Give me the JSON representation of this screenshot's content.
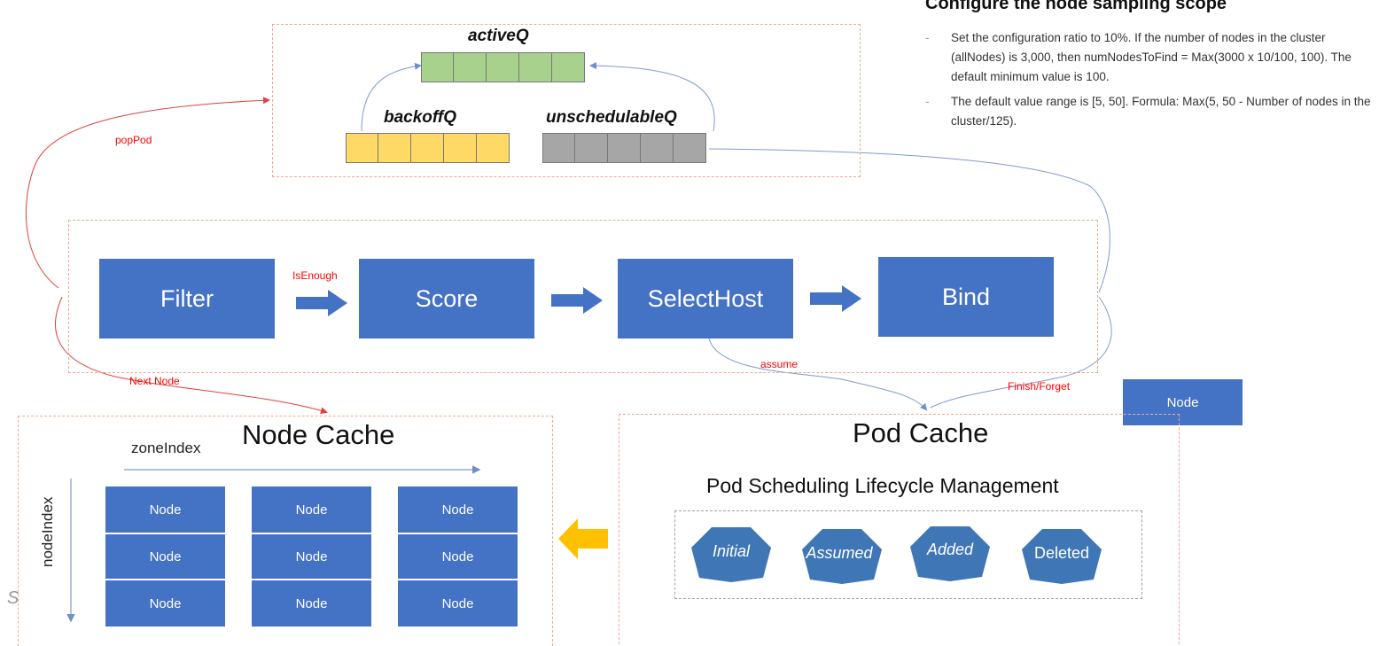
{
  "info": {
    "title": "Configure the node sampling scope",
    "items": [
      "Set the configuration ratio to 10%. If the number of nodes in the cluster (allNodes) is 3,000, then numNodesToFind = Max(3000 x 10/100, 100). The default minimum value is 100.",
      "The default value range is [5, 50]. Formula: Max(5, 50 - Number of nodes in the cluster/125)."
    ]
  },
  "queues": {
    "active": "activeQ",
    "backoff": "backoffQ",
    "unschedulable": "unschedulableQ"
  },
  "pipeline": {
    "filter": "Filter",
    "score": "Score",
    "select": "SelectHost",
    "bind": "Bind"
  },
  "edges": {
    "pop_pod": "popPod",
    "is_enough": "IsEnough",
    "next_node": "Next Node",
    "assume": "assume",
    "finish_forget": "Finish/Forget"
  },
  "node_cache": {
    "title": "Node Cache",
    "zone_index": "zoneIndex",
    "node_index": "nodeIndex",
    "cell_label": "Node"
  },
  "pod_cache": {
    "title": "Pod Cache",
    "subtitle": "Pod Scheduling Lifecycle Management",
    "states": [
      "Initial",
      "Assumed",
      "Added",
      "Deleted"
    ]
  },
  "floating_node": "Node",
  "corner_mark": "S",
  "colors": {
    "blue": "#4472c4",
    "active_green": "#a9d18e",
    "backoff_yellow": "#ffd966",
    "unsched_gray": "#a6a6a6",
    "red": "#ff0000",
    "arrow_orange": "#ffc000",
    "dash_border": "#f0a88c"
  }
}
